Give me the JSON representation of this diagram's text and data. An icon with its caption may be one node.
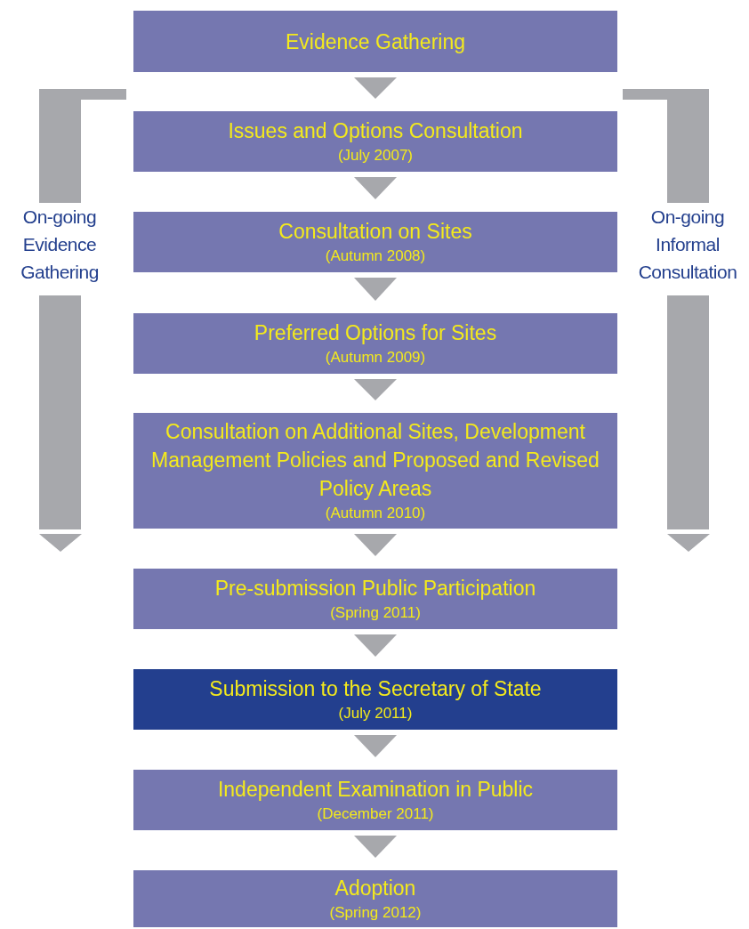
{
  "diagram": {
    "nodes": [
      {
        "text": [
          "Evidence Gathering"
        ]
      },
      {
        "text": [
          "Issues and Options Consultation",
          "(July 2007)"
        ]
      },
      {
        "text": [
          "Consultation on Sites",
          "(Autumn 2008)"
        ]
      },
      {
        "text": [
          "Preferred Options for Sites",
          "(Autumn 2009)"
        ]
      },
      {
        "text": [
          "Consultation on Additional Sites, Development Management Policies and Proposed and Revised Policy Areas",
          "(Autumn 2010)"
        ]
      },
      {
        "text": [
          "Pre-submission Public Participation",
          "(Spring 2011)"
        ]
      },
      {
        "text": [
          "Submission to the Secretary of State",
          "(July 2011)"
        ]
      },
      {
        "text": [
          "Independent Examination in Public",
          "(December 2011)"
        ]
      },
      {
        "text": [
          "Adoption",
          "(Spring 2012)"
        ]
      }
    ],
    "edges": [
      {
        "from": 0,
        "to": 1,
        "arrow": "to"
      },
      {
        "from": 1,
        "to": 2,
        "arrow": "to"
      },
      {
        "from": 2,
        "to": 3,
        "arrow": "to"
      },
      {
        "from": 3,
        "to": 4,
        "arrow": "to"
      },
      {
        "from": 4,
        "to": 5,
        "arrow": "to"
      },
      {
        "from": 5,
        "to": 6,
        "arrow": "to"
      },
      {
        "from": 6,
        "to": 7,
        "arrow": "to"
      },
      {
        "from": 7,
        "to": 8,
        "arrow": "to"
      }
    ],
    "labels": [
      "On-going Evidence Gathering",
      "On-going Informal Consultation"
    ]
  }
}
